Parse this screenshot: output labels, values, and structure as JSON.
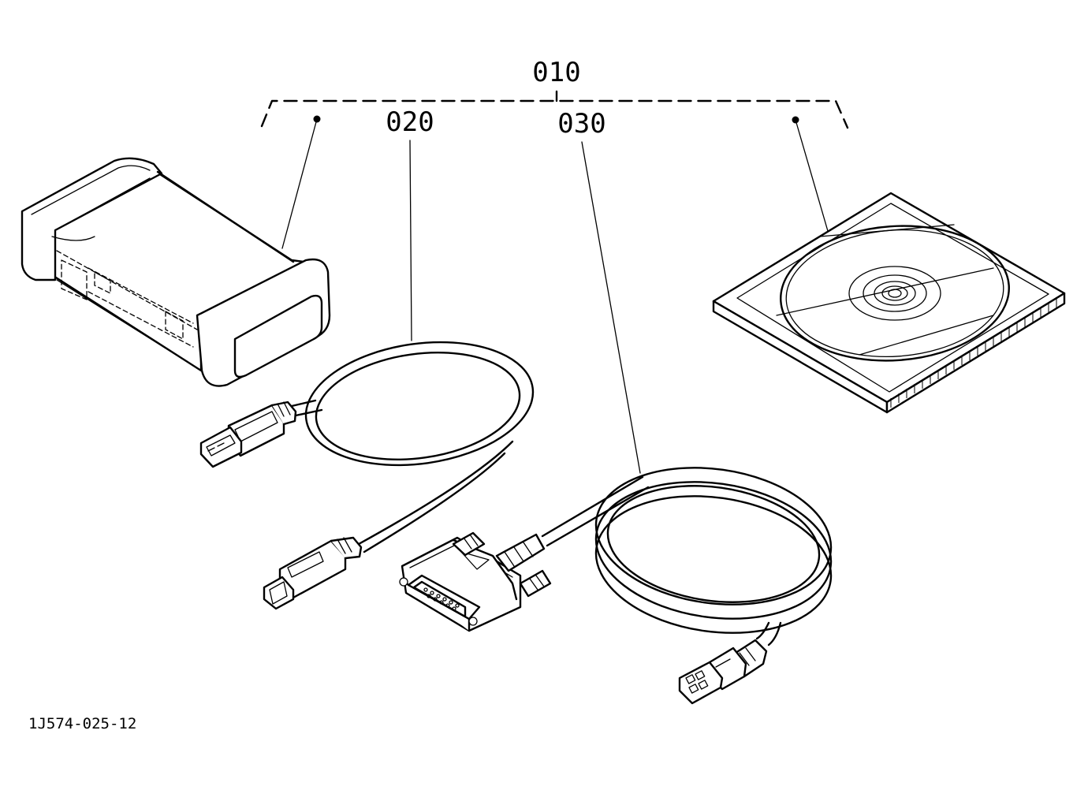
{
  "callouts": {
    "kit": "010",
    "usb_cable": "020",
    "serial_cable": "030"
  },
  "figure_id": "1J574-025-12"
}
